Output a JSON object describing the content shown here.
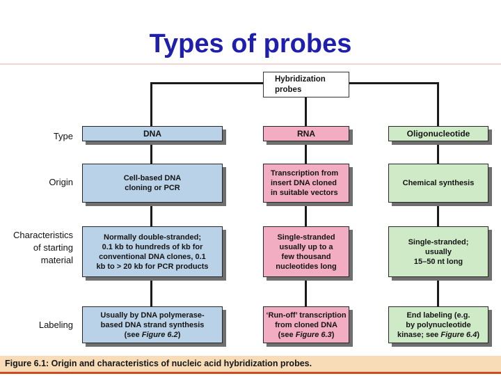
{
  "slide": {
    "title": "Types of probes"
  },
  "figure": {
    "root": {
      "lines": [
        "Hybridization",
        "probes"
      ]
    },
    "row_labels": {
      "type": [
        "Type"
      ],
      "origin": [
        "Origin"
      ],
      "characteristics": [
        "Characteristics",
        "of starting",
        "material"
      ],
      "labeling": [
        "Labeling"
      ]
    },
    "columns": [
      {
        "name": "DNA",
        "origin": [
          "Cell-based DNA",
          "cloning or PCR"
        ],
        "characteristics": [
          "Normally double-stranded;",
          "0.1 kb to hundreds of kb for",
          "conventional DNA clones, 0.1",
          "kb to > 20 kb for PCR products"
        ],
        "labeling": {
          "lines": [
            "Usually by DNA polymerase-",
            "based DNA strand synthesis"
          ],
          "ref_prefix": "(see ",
          "figure_ref": "Figure 6.2",
          "ref_suffix": ")"
        }
      },
      {
        "name": "RNA",
        "origin": [
          "Transcription from",
          "insert DNA cloned",
          "in suitable vectors"
        ],
        "characteristics": [
          "Single-stranded",
          "usually up to a",
          "few thousand",
          "nucleotides long"
        ],
        "labeling": {
          "lines": [
            "‘Run-off’ transcription",
            "from cloned DNA"
          ],
          "ref_prefix": "(see ",
          "figure_ref": "Figure 6.3",
          "ref_suffix": ")"
        }
      },
      {
        "name": "Oligonucleotide",
        "origin": [
          "Chemical synthesis"
        ],
        "characteristics": [
          "Single-stranded;",
          "usually",
          "15–50 nt long"
        ],
        "labeling": {
          "lines": [
            "End labeling (e.g.",
            "by polynucleotide"
          ],
          "ref_prefix": "kinase; see ",
          "figure_ref": "Figure 6.4",
          "ref_suffix": ")"
        }
      }
    ],
    "caption": "Figure 6.1: Origin and characteristics of nucleic acid hybridization probes."
  },
  "colors": {
    "title_blue": "#1f1fae",
    "dna_fill": "#b9d2e8",
    "rna_fill": "#f3adc3",
    "oligo_fill": "#cfeac7",
    "box_border": "#262626",
    "shadow_gray": "#6f6f6f",
    "connector_black": "#1a1a1a",
    "caption_bg": "#f7dcb7",
    "caption_rule": "#cf4a1c"
  }
}
